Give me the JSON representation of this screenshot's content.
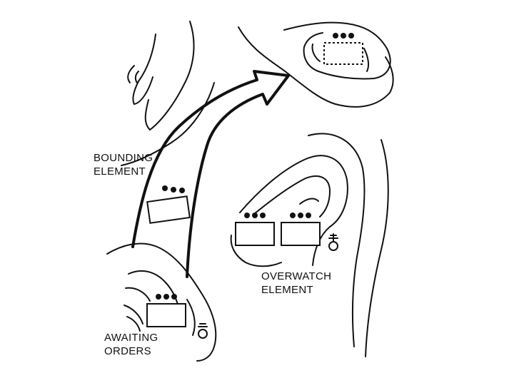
{
  "labels": {
    "bounding": [
      "BOUNDING",
      "ELEMENT"
    ],
    "overwatch": [
      "OVERWATCH",
      "ELEMENT"
    ],
    "awaiting": [
      "AWAITING",
      "ORDERS"
    ]
  },
  "icons": {
    "unit_symbol": "platoon-unit-symbol-icon",
    "objective": "objective-unit-dashed-icon",
    "leader": "leader-position-icon",
    "arrow": "movement-arrow-icon"
  },
  "colors": {
    "ink": "#111111",
    "background": "#ffffff"
  }
}
